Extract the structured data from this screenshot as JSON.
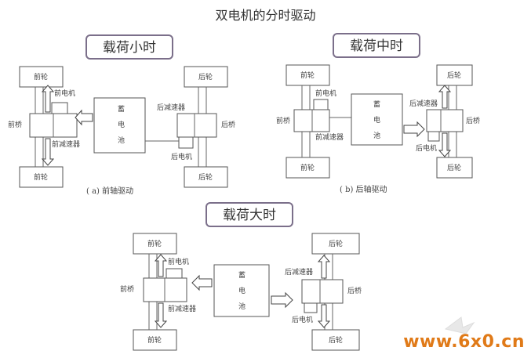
{
  "title": "双电机的分时驱动",
  "labels": {
    "front_wheel": "前轮",
    "rear_wheel": "后轮",
    "front_motor": "前电机",
    "rear_motor": "后电机",
    "front_axle": "前桥",
    "rear_axle": "后桥",
    "front_reducer": "前减速器",
    "rear_reducer": "后减速器",
    "battery": [
      "蓄",
      "电",
      "池"
    ]
  },
  "panels": {
    "small": {
      "heading": "载荷小时",
      "caption": "( a) 前轴驱动"
    },
    "medium": {
      "heading": "载荷中时",
      "caption": "( b) 后轴驱动"
    },
    "large": {
      "heading": "载荷大时"
    }
  },
  "watermark": "www.6x0.cn"
}
